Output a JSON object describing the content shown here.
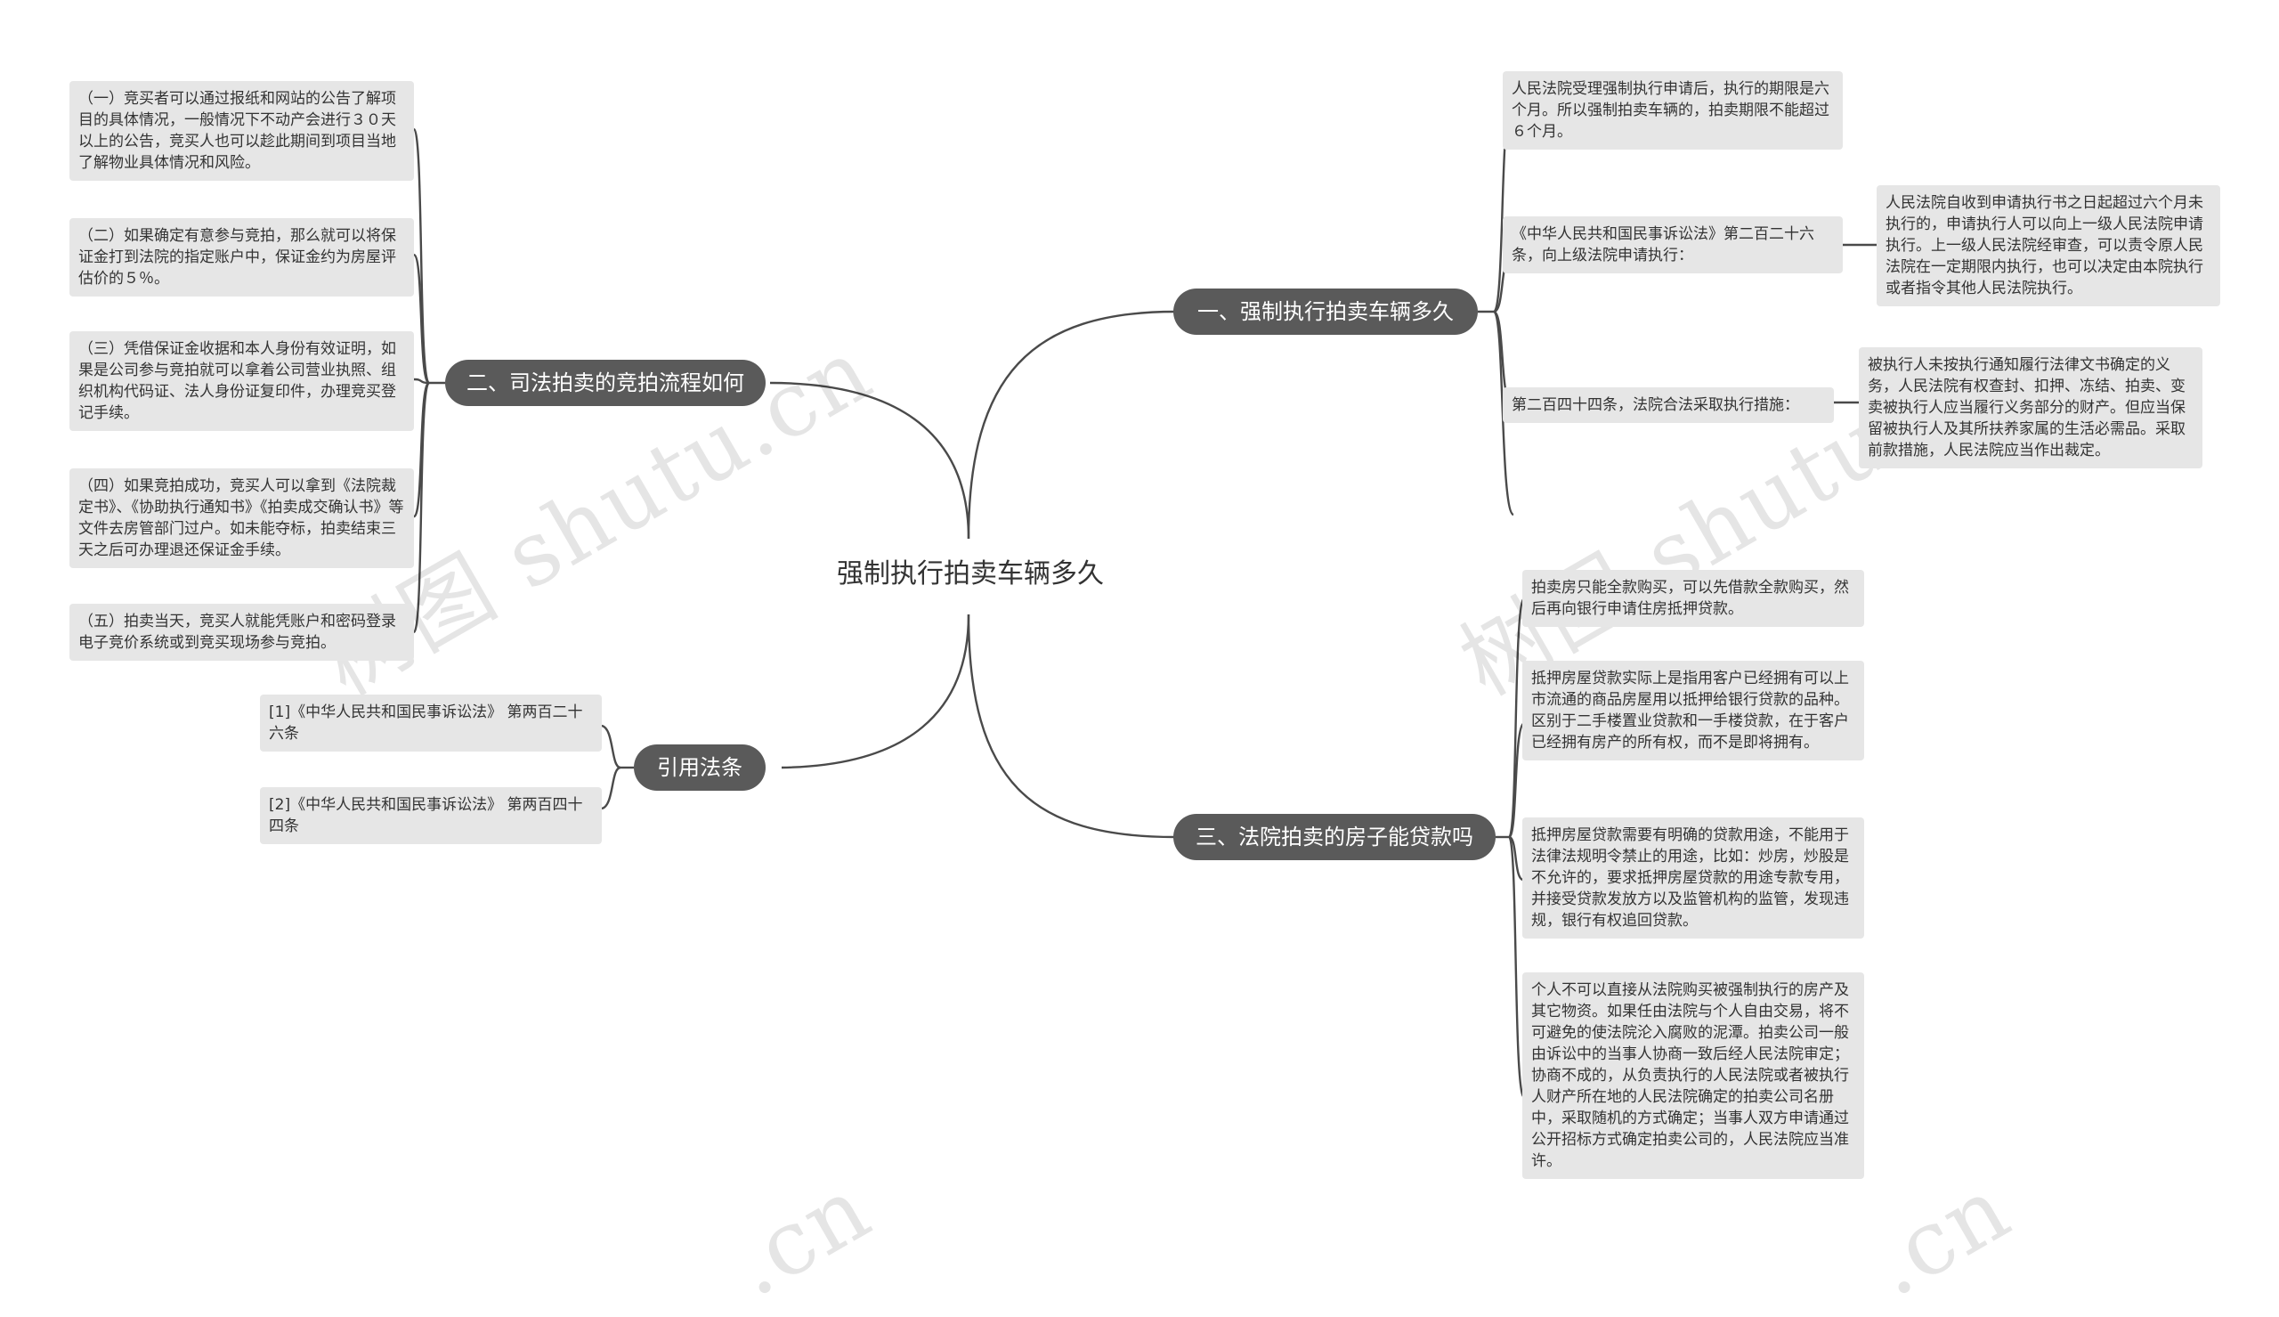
{
  "root": "强制执行拍卖车辆多久",
  "watermark": "树图 shutu.cn",
  "watermark_partial": ".cn",
  "topics": {
    "t1": {
      "label": "一、强制执行拍卖车辆多久",
      "leaves": [
        "人民法院受理强制执行申请后，执行的期限是六个月。所以强制拍卖车辆的，拍卖期限不能超过６个月。",
        "《中华人民共和国民事诉讼法》第二百二十六条，向上级法院申请执行：",
        "第二百四十四条，法院合法采取执行措施："
      ],
      "details": [
        "人民法院自收到申请执行书之日起超过六个月未执行的，申请执行人可以向上一级人民法院申请执行。上一级人民法院经审查，可以责令原人民法院在一定期限内执行，也可以决定由本院执行或者指令其他人民法院执行。",
        "被执行人未按执行通知履行法律文书确定的义务，人民法院有权查封、扣押、冻结、拍卖、变卖被执行人应当履行义务部分的财产。但应当保留被执行人及其所扶养家属的生活必需品。采取前款措施，人民法院应当作出裁定。"
      ]
    },
    "t2": {
      "label": "二、司法拍卖的竞拍流程如何",
      "leaves": [
        "（一）竞买者可以通过报纸和网站的公告了解项目的具体情况，一般情况下不动产会进行３０天以上的公告，竞买人也可以趁此期间到项目当地了解物业具体情况和风险。",
        "（二）如果确定有意参与竞拍，那么就可以将保证金打到法院的指定账户中，保证金约为房屋评估价的５％。",
        "（三）凭借保证金收据和本人身份有效证明，如果是公司参与竞拍就可以拿着公司营业执照、组织机构代码证、法人身份证复印件，办理竞买登记手续。",
        "（四）如果竞拍成功，竞买人可以拿到《法院裁定书》、《协助执行通知书》《拍卖成交确认书》等文件去房管部门过户。如未能夺标，拍卖结束三天之后可办理退还保证金手续。",
        "（五）拍卖当天，竞买人就能凭账户和密码登录电子竞价系统或到竞买现场参与竞拍。"
      ]
    },
    "t3": {
      "label": "三、法院拍卖的房子能贷款吗",
      "leaves": [
        "拍卖房只能全款购买，可以先借款全款购买，然后再向银行申请住房抵押贷款。",
        "抵押房屋贷款实际上是指用客户已经拥有可以上市流通的商品房屋用以抵押给银行贷款的品种。区别于二手楼置业贷款和一手楼贷款，在于客户已经拥有房产的所有权，而不是即将拥有。",
        "抵押房屋贷款需要有明确的贷款用途，不能用于法律法规明令禁止的用途，比如：炒房，炒股是不允许的，要求抵押房屋贷款的用途专款专用，并接受贷款发放方以及监管机构的监管，发现违规，银行有权追回贷款。",
        "个人不可以直接从法院购买被强制执行的房产及其它物资。如果任由法院与个人自由交易，将不可避免的使法院沦入腐败的泥潭。拍卖公司一般由诉讼中的当事人协商一致后经人民法院审定；协商不成的，从负责执行的人民法院或者被执行人财产所在地的人民法院确定的拍卖公司名册中，采取随机的方式确定；当事人双方申请通过公开招标方式确定拍卖公司的，人民法院应当准许。"
      ]
    },
    "t4": {
      "label": "引用法条",
      "leaves": [
        "[1]《中华人民共和国民事诉讼法》 第两百二十六条",
        "[2]《中华人民共和国民事诉讼法》 第两百四十四条"
      ]
    }
  }
}
